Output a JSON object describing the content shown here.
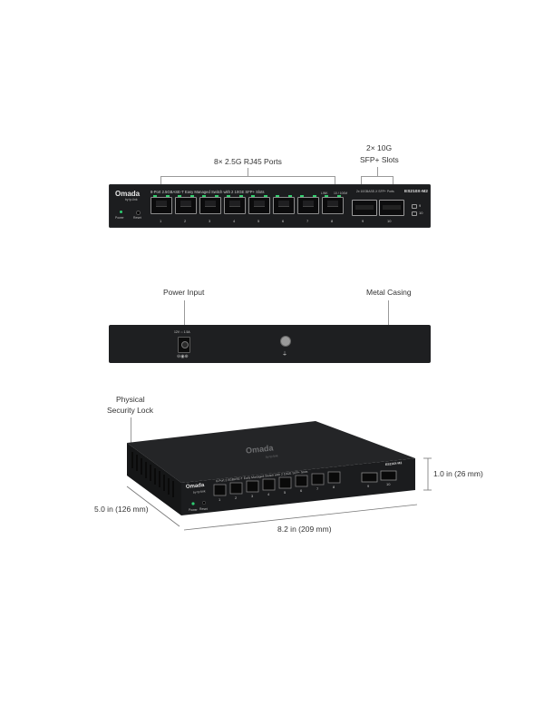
{
  "front_view": {
    "callout_ports": "8× 2.5G RJ45 Ports",
    "callout_sfp_line1": "2× 10G",
    "callout_sfp_line2": "SFP+ Slots",
    "brand": "Omada",
    "brand_sub": "by tp-link",
    "model": "ES210X-M2",
    "panel_description": "8-Port 2.5GBASE-T Easy Managed Switch with 2 10GE SFP+ Slots",
    "sfp_description": "2x 10GBASE-X SFP+ Ports",
    "power_label": "Power",
    "reset_label": "Reset",
    "port_numbers": [
      "1",
      "2",
      "3",
      "4",
      "5",
      "6",
      "7",
      "8"
    ],
    "sfp_numbers": [
      "9",
      "10"
    ],
    "link_speed_label": "LINK",
    "act_label": "10 / 100M",
    "sfp_led_labels": [
      "9",
      "10"
    ]
  },
  "rear_view": {
    "callout_power": "Power Input",
    "callout_casing": "Metal Casing",
    "power_rating": "12V ⎓ 1.5A"
  },
  "angle_view": {
    "callout_lock_line1": "Physical",
    "callout_lock_line2": "Security Lock",
    "dim_height": "1.0 in (26 mm)",
    "dim_depth": "5.0 in (126 mm)",
    "dim_width": "8.2 in (209 mm)",
    "brand": "Omada",
    "brand_sub": "by tp-link",
    "model": "ES210X-M2",
    "panel_description": "8-Port 2.5GBASE-T Easy Managed Switch with 2 10GE SFP+ Slots",
    "power_label": "Power",
    "reset_label": "Reset",
    "port_numbers": [
      "1",
      "2",
      "3",
      "4",
      "5",
      "6",
      "7",
      "8"
    ],
    "sfp_numbers": [
      "9",
      "10"
    ]
  },
  "colors": {
    "device_body": "#1c1d1f",
    "port_led_green": "#33d06f",
    "power_led_green": "#2ecc71"
  }
}
